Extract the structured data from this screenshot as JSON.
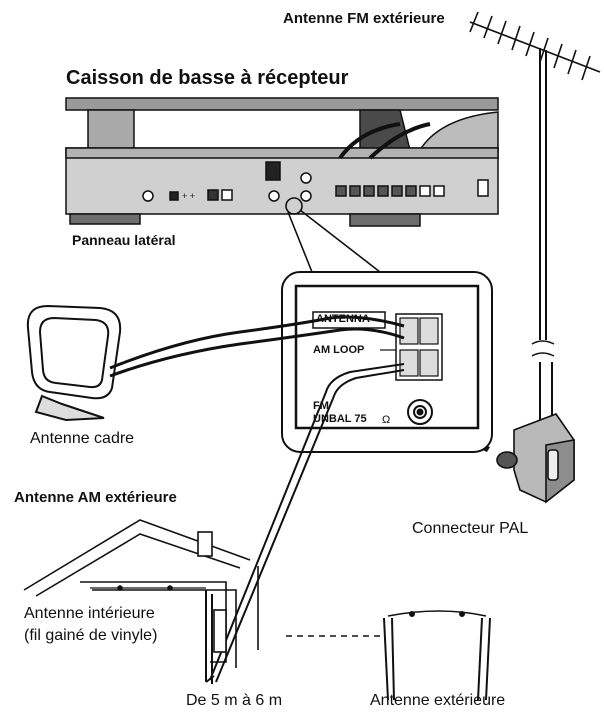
{
  "labels": {
    "fm_outdoor_antenna": "Antenne FM extérieure",
    "receiver_subwoofer": "Caisson de basse à récepteur",
    "side_panel": "Panneau latéral",
    "loop_antenna": "Antenne cadre",
    "am_outdoor_antenna": "Antenne AM extérieure",
    "pal_connector": "Connecteur PAL",
    "indoor_antenna_line1": "Antenne intérieure",
    "indoor_antenna_line2": "(fil gainé de vinyle)",
    "length": "De 5 m à 6 m",
    "outdoor_antenna": "Antenne extérieure"
  },
  "panel": {
    "antenna": "ANTENNA",
    "am_loop": "AM LOOP",
    "fm": "FM",
    "unbal": "UNBAL 75",
    "ohm": "Ω"
  },
  "colors": {
    "line": "#111111",
    "device_body": "#c8c8c8",
    "device_dark": "#6e6e6e",
    "device_top": "#9a9a9a"
  }
}
